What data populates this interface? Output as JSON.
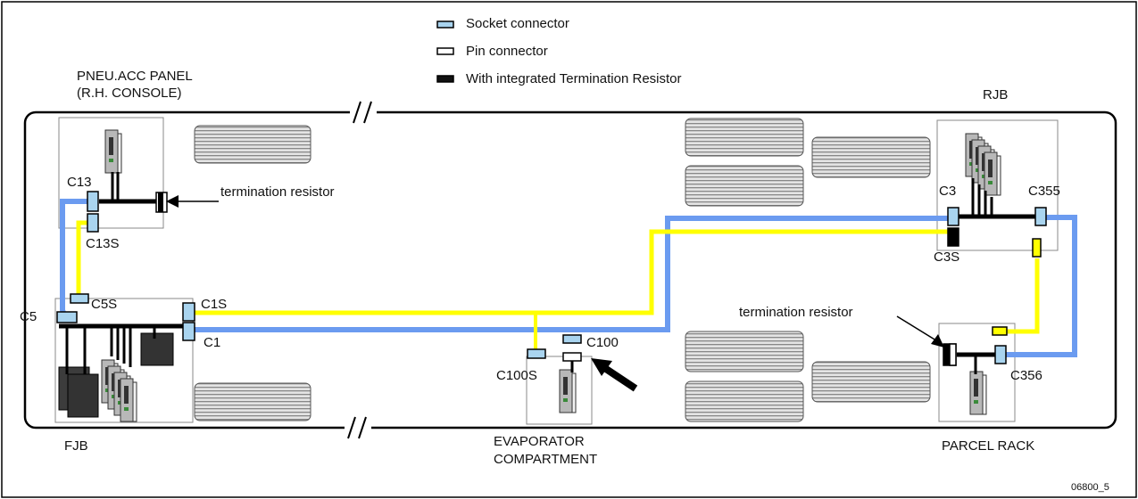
{
  "legend": {
    "socket": "Socket connector",
    "pin": "Pin connector",
    "resistor": "With integrated Termination Resistor"
  },
  "areas": {
    "pneu_line1": "PNEU.ACC PANEL",
    "pneu_line2": "(R.H. CONSOLE)",
    "rjb": "RJB",
    "fjb": "FJB",
    "evap_line1": "EVAPORATOR",
    "evap_line2": "COMPARTMENT",
    "parcel": "PARCEL RACK"
  },
  "connectors": {
    "c13": "C13",
    "c13s": "C13S",
    "c5": "C5",
    "c5s": "C5S",
    "c1s": "C1S",
    "c1": "C1",
    "c100": "C100",
    "c100s": "C100S",
    "c3": "C3",
    "c3s": "C3S",
    "c355": "C355",
    "c356": "C356"
  },
  "annotations": {
    "term_top": "termination resistor",
    "term_bottom": "termination resistor"
  },
  "figure_id": "06800_5",
  "colors": {
    "blue_wire": "#6b9bf0",
    "yellow_wire": "#ffff00",
    "socket_fill": "#a9d4ef",
    "seat_fill": "#9c9c9c",
    "bus_outline": "#000000"
  }
}
